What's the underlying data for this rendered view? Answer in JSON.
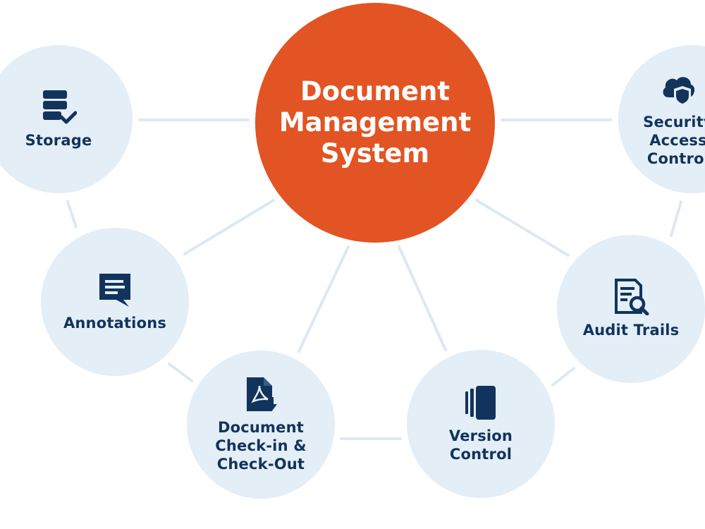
{
  "hub": {
    "title": "Document\nManagement\nSystem",
    "color": "#e25423"
  },
  "nodes": {
    "storage": {
      "label": "Storage",
      "icon": "server-check-icon"
    },
    "annotations": {
      "label": "Annotations",
      "icon": "comment-lines-icon"
    },
    "checkin": {
      "label": "Document\nCheck-in &\nCheck-Out",
      "icon": "pdf-download-icon"
    },
    "version": {
      "label": "Version\nControl",
      "icon": "version-stack-icon"
    },
    "audit": {
      "label": "Audit Trails",
      "icon": "document-search-icon"
    },
    "security": {
      "label": "Security\nAccess\nControl",
      "icon": "cloud-shield-icon"
    }
  },
  "colors": {
    "node_fill": "#e3eef7",
    "node_text": "#12335b",
    "connector": "#dce9f3",
    "background": "#ffffff"
  }
}
